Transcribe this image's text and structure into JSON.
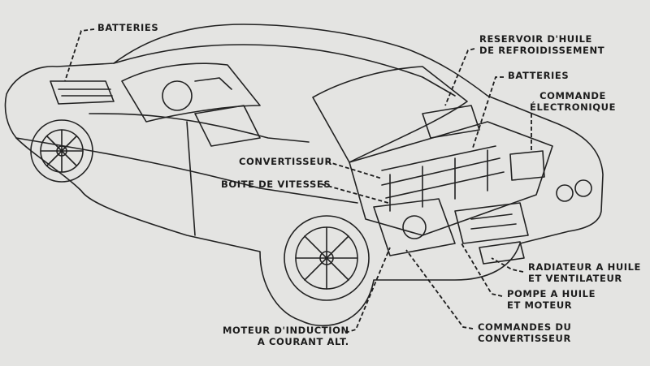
{
  "labels": {
    "batteries_front": {
      "lines": [
        "BATTERIES"
      ]
    },
    "reservoir": {
      "lines": [
        "RESERVOIR D'HUILE",
        "DE REFROIDISSEMENT"
      ]
    },
    "batteries_rear": {
      "lines": [
        "BATTERIES"
      ]
    },
    "commande": {
      "lines": [
        "COMMANDE",
        "ÉLECTRONIQUE"
      ]
    },
    "convertisseur": {
      "lines": [
        "CONVERTISSEUR"
      ]
    },
    "boite": {
      "lines": [
        "BOITE DE VITESSES"
      ]
    },
    "radiateur": {
      "lines": [
        "RADIATEUR A HUILE",
        "ET VENTILATEUR"
      ]
    },
    "pompe": {
      "lines": [
        "POMPE A HUILE",
        "ET MOTEUR"
      ]
    },
    "moteur": {
      "lines": [
        "MOTEUR D'INDUCTION",
        "A COURANT ALT."
      ]
    },
    "commandes_conv": {
      "lines": [
        "COMMANDES DU",
        "CONVERTISSEUR"
      ]
    }
  },
  "colors": {
    "background": "#e4e4e2",
    "ink": "#1c1c1c"
  }
}
